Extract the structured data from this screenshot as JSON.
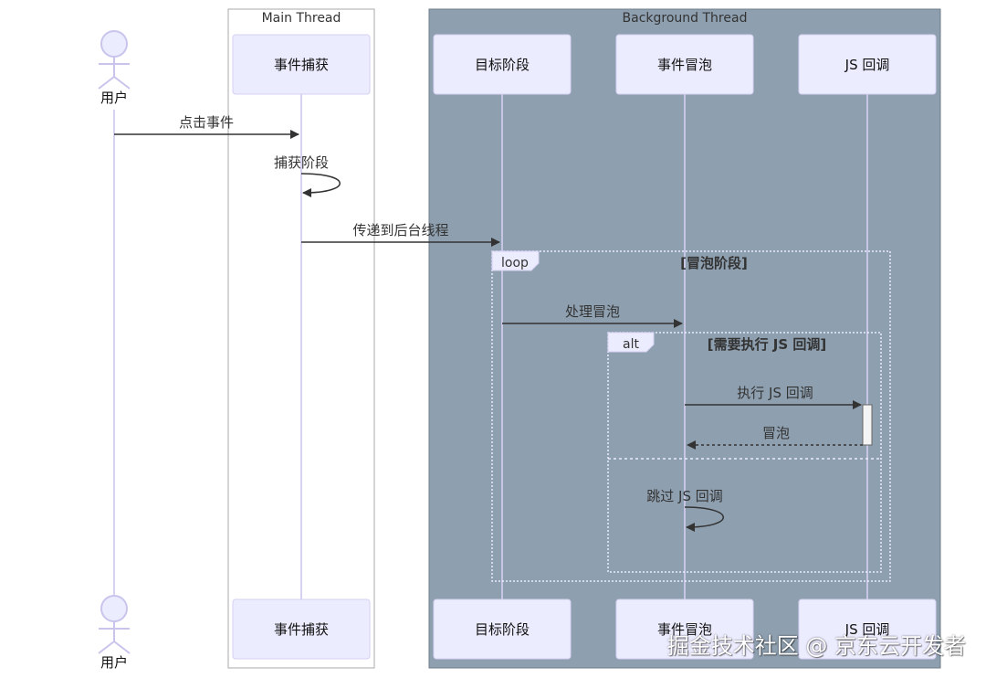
{
  "colors": {
    "participant_fill": "#ECECFF",
    "participant_stroke": "#D4D0F2",
    "lifeline": "#C9C4EC",
    "background_group": "#8E9FAF",
    "arrow": "#333333",
    "loop_border": "#ECECFF"
  },
  "groups": {
    "main": {
      "label": "Main Thread"
    },
    "background": {
      "label": "Background Thread"
    }
  },
  "participants": {
    "user": "用户",
    "capture": "事件捕获",
    "target": "目标阶段",
    "bubble": "事件冒泡",
    "jscb": "JS 回调"
  },
  "messages": {
    "click": "点击事件",
    "capture_phase": "捕获阶段",
    "to_background": "传递到后台线程",
    "process_bubble": "处理冒泡",
    "exec_js": "执行 JS 回调",
    "bubble_return": "冒泡",
    "skip_js": "跳过 JS 回调"
  },
  "blocks": {
    "loop": {
      "keyword": "loop",
      "label": "[冒泡阶段]"
    },
    "alt": {
      "keyword": "alt",
      "label": "[需要执行 JS 回调]"
    }
  },
  "watermark": "掘金技术社区 @ 京东云开发者"
}
